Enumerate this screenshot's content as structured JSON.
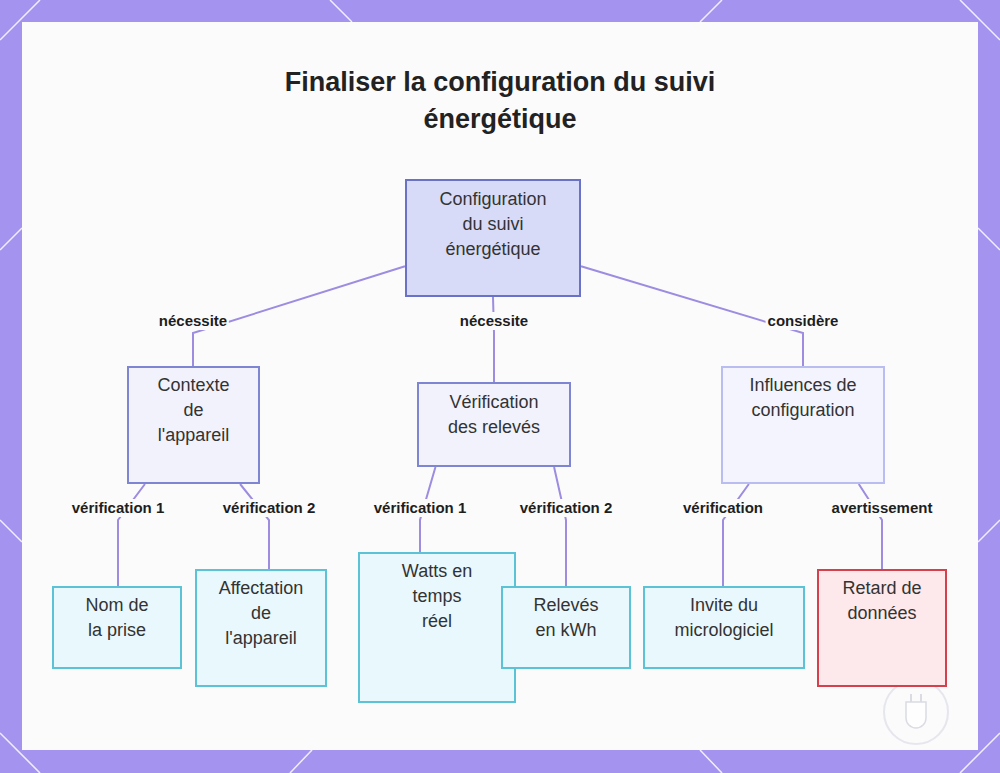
{
  "diagram": {
    "title": "Finaliser la configuration du suivi énergétique",
    "nodes": [
      {
        "text": [
          "Configuration du suivi énergétique"
        ]
      },
      {
        "text": [
          "Contexte de l'appareil"
        ]
      },
      {
        "text": [
          "Vérification des relevés"
        ]
      },
      {
        "text": [
          "Influences de configuration"
        ]
      },
      {
        "text": [
          "Nom de la prise"
        ]
      },
      {
        "text": [
          "Affectation de l'appareil"
        ]
      },
      {
        "text": [
          "Watts en temps réel"
        ]
      },
      {
        "text": [
          "Relevés en kWh"
        ]
      },
      {
        "text": [
          "Invite du micrologiciel"
        ]
      },
      {
        "text": [
          "Retard de données"
        ]
      }
    ],
    "edges": [
      {
        "from": 0,
        "to": 1,
        "label": "nécessite",
        "arrow": "none"
      },
      {
        "from": 0,
        "to": 2,
        "label": "nécessite",
        "arrow": "none"
      },
      {
        "from": 0,
        "to": 3,
        "label": "considère",
        "arrow": "none"
      },
      {
        "from": 1,
        "to": 4,
        "label": "vérification 1",
        "arrow": "none"
      },
      {
        "from": 1,
        "to": 5,
        "label": "vérification 2",
        "arrow": "none"
      },
      {
        "from": 2,
        "to": 6,
        "label": "vérification 1",
        "arrow": "none"
      },
      {
        "from": 2,
        "to": 7,
        "label": "vérification 2",
        "arrow": "none"
      },
      {
        "from": 3,
        "to": 8,
        "label": "vérification",
        "arrow": "none"
      },
      {
        "from": 3,
        "to": 9,
        "label": "avertissement",
        "arrow": "none"
      }
    ]
  }
}
